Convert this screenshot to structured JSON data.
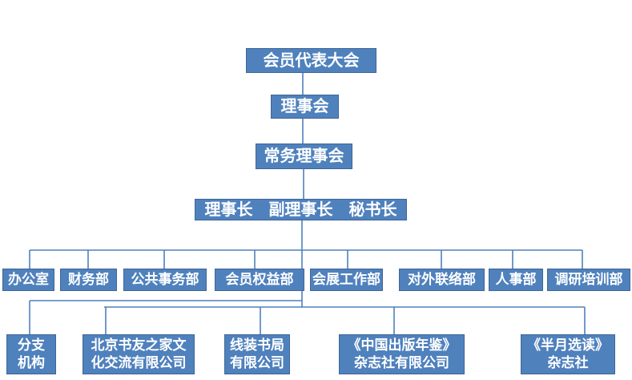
{
  "diagram": {
    "type": "org-chart",
    "chain": [
      "会员代表大会",
      "理事会",
      "常务理事会",
      "理事长　副理事长　秘书长"
    ],
    "departments": [
      "办公室",
      "财务部",
      "公共事务部",
      "会员权益部",
      "会展工作部",
      "对外联络部",
      "人事部",
      "调研培训部"
    ],
    "subsidiaries": [
      "分支\n机构",
      "北京书友之家文\n化交流有限公司",
      "线装书局\n有限公司",
      "《中国出版年鉴》\n杂志社有限公司",
      "《半月选读》\n杂志社"
    ]
  },
  "colors": {
    "box_fill": "#4f81bd",
    "box_border": "#3f6695",
    "connector_line": "#4f81bd",
    "text": "#ffffff",
    "background": "#ffffff"
  }
}
